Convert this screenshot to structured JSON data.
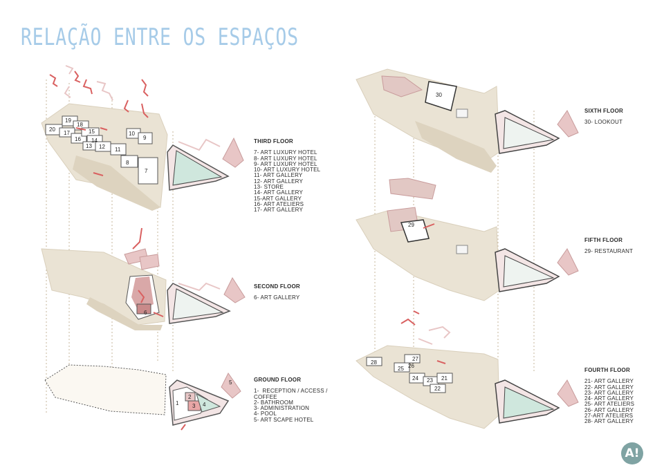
{
  "title": "RELAÇÃO ENTRE OS ESPAÇOS",
  "floors": {
    "third": {
      "heading": "THIRD FLOOR",
      "items": [
        "7- ART LUXURY HOTEL",
        "8- ART LUXURY HOTEL",
        "9- ART LUXURY HOTEL",
        "10- ART LUXURY HOTEL",
        "11- ART GALLERY",
        "12- ART GALLERY",
        "13- STORE",
        "14- ART GALLERY",
        "15-ART GALLERY",
        "16- ART ATELIERS",
        "17- ART GALLERY"
      ],
      "room_numbers": [
        "20",
        "19",
        "18",
        "17",
        "16",
        "15",
        "14",
        "13",
        "12",
        "11",
        "10",
        "9",
        "8",
        "7"
      ]
    },
    "second": {
      "heading": "SECOND FLOOR",
      "items": [
        "6- ART GALLERY"
      ],
      "room_numbers": [
        "6"
      ]
    },
    "ground": {
      "heading": "GROUND FLOOR",
      "items": [
        "1-  RECEPTION / ACCESS /",
        "COFFEE",
        "2- BATHROOM",
        "3- ADMINISTRATION",
        "4- POOL",
        "5- ART SCAPE HOTEL"
      ],
      "room_numbers": [
        "1",
        "2",
        "3",
        "4",
        "5"
      ]
    },
    "sixth": {
      "heading": "SIXTH FLOOR",
      "items": [
        "30- LOOKOUT"
      ],
      "room_numbers": [
        "30"
      ]
    },
    "fifth": {
      "heading": "FIFTH FLOOR",
      "items": [
        "29- RESTAURANT"
      ],
      "room_numbers": [
        "29"
      ]
    },
    "fourth": {
      "heading": "FOURTH FLOOR",
      "items": [
        "21- ART GALLERY",
        "22- ART GALLERY",
        "23- ART GALLERY",
        "24- ART GALLERY",
        "25- ART ATELIERS",
        "26- ART GALLERY",
        "27-ART ATELIERS",
        "28- ART GALLERY"
      ],
      "room_numbers": [
        "28",
        "27",
        "26",
        "25",
        "24",
        "23",
        "22",
        "21"
      ]
    }
  },
  "logo_text": "A!",
  "colors": {
    "title": "#a6cbe8",
    "mass": "#eae3d4",
    "accent": "#d96060",
    "pink": "#e8c6c6",
    "mint": "#cfe7dd"
  }
}
